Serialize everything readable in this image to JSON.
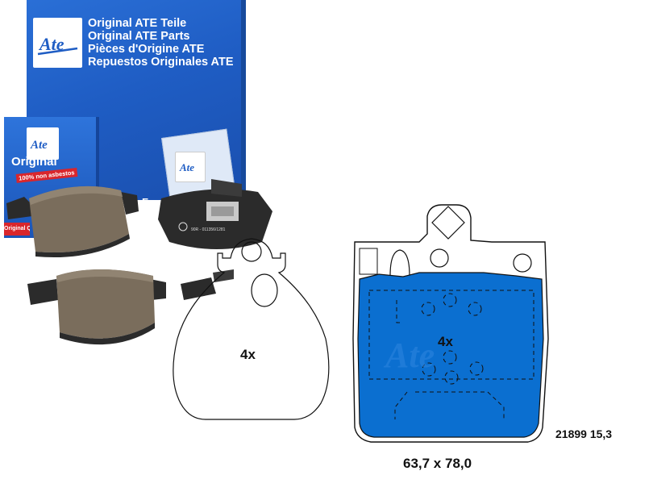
{
  "box": {
    "lines": [
      "Original ATE Teile",
      "Original ATE Parts",
      "Pièces d'Origine ATE",
      "Repuestos Originales ATE"
    ],
    "logo": "Ate",
    "small_box_title": "Original",
    "small_box_badge": "100% non asbestos",
    "small_box_strip": "Original Q",
    "side_text": "Fr"
  },
  "pad_stamp": "90R - 011356/1281",
  "drawings": {
    "left_count": "4x",
    "right_count": "4x",
    "dimensions": "63,7 x 78,0",
    "part_code": "21899 15,3"
  },
  "colors": {
    "box_blue": "#1f5dc4",
    "pad_fill": "#0b6fd0",
    "friction": "#7a6d5c",
    "backing": "#2b2b2b"
  }
}
